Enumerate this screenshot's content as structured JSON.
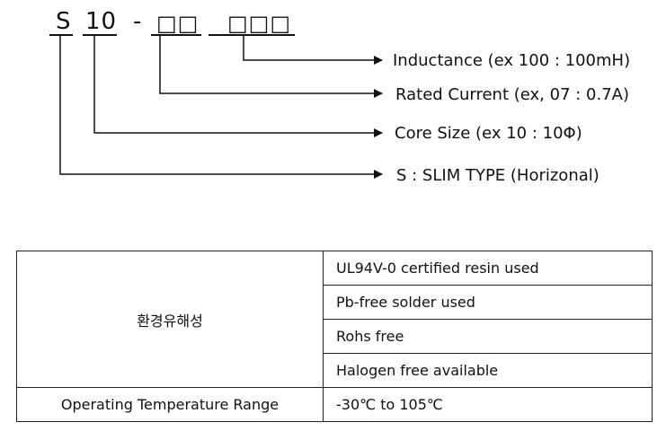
{
  "part_code": {
    "series": "S",
    "size": "10",
    "dash": "-",
    "current_boxes": "□□",
    "inductance_boxes": "□□□"
  },
  "descriptions": [
    "Inductance (ex 100 : 100mH)",
    "Rated Current (ex, 07 : 0.7A)",
    "Core Size (ex 10 : 10Φ)",
    "S : SLIM TYPE (Horizonal)"
  ],
  "spec_table": {
    "rows": [
      {
        "label": "환경유해성",
        "values": [
          "UL94V-0 certified resin used",
          "Pb-free solder used",
          "Rohs free",
          "Halogen free available"
        ]
      },
      {
        "label": "Operating Temperature Range",
        "values": [
          "-30℃ to 105℃"
        ]
      }
    ]
  }
}
